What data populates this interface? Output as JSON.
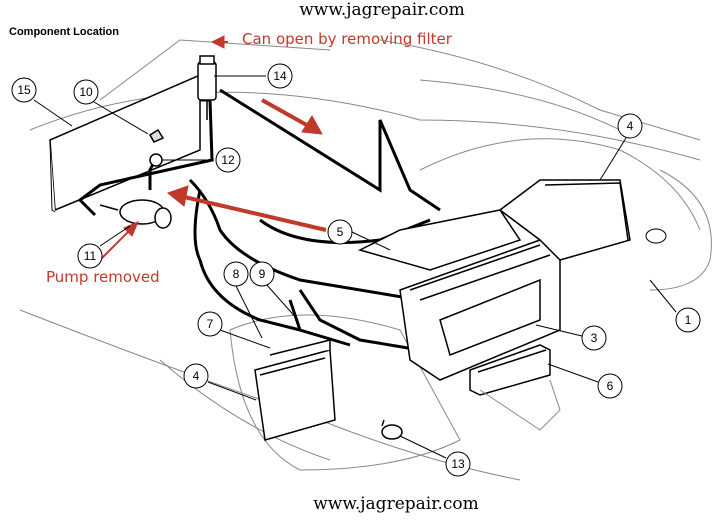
{
  "header": {
    "site_top": "www.jagrepair.com",
    "title": "Component Location"
  },
  "annotations": {
    "filter_note": "Can open by removing filter",
    "pump_note": "Pump removed",
    "arrow_color": "#c0392b"
  },
  "footer": {
    "site_bottom": "www.jagrepair.com"
  },
  "callouts": [
    "1",
    "3",
    "4",
    "4",
    "5",
    "6",
    "7",
    "8",
    "9",
    "10",
    "11",
    "12",
    "13",
    "14",
    "15"
  ]
}
